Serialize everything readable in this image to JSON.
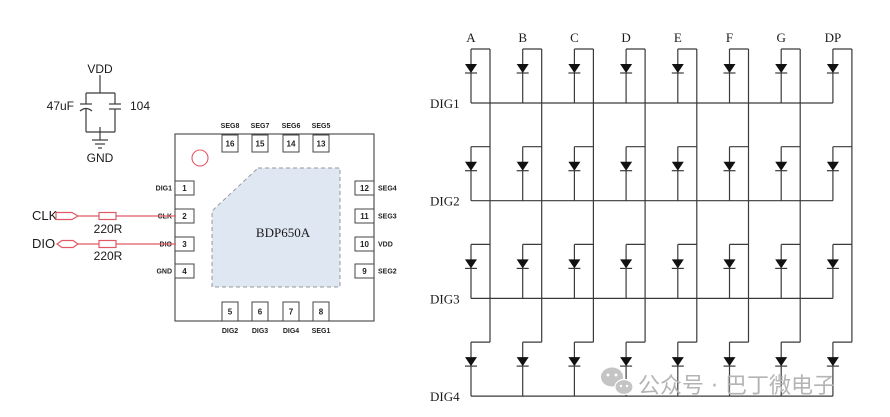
{
  "power": {
    "vdd_label": "VDD",
    "gnd_label": "GND"
  },
  "capacitors": [
    {
      "label": "47uF",
      "type": "polarized"
    },
    {
      "label": "104",
      "type": "ceramic"
    }
  ],
  "signals": [
    {
      "name": "CLK",
      "connector": "input-port",
      "resistor": "220R"
    },
    {
      "name": "DIO",
      "connector": "bidirectional-port",
      "resistor": "220R"
    }
  ],
  "chip": {
    "name": "BDP650A",
    "pin1_marker": "circle",
    "pins": {
      "top": [
        {
          "num": "16",
          "label": "SEG8"
        },
        {
          "num": "15",
          "label": "SEG7"
        },
        {
          "num": "14",
          "label": "SEG6"
        },
        {
          "num": "13",
          "label": "SEG5"
        }
      ],
      "left": [
        {
          "num": "1",
          "label": "DIG1"
        },
        {
          "num": "2",
          "label": "CLK"
        },
        {
          "num": "3",
          "label": "DIO"
        },
        {
          "num": "4",
          "label": "GND"
        }
      ],
      "right": [
        {
          "num": "12",
          "label": "SEG4"
        },
        {
          "num": "11",
          "label": "SEG3"
        },
        {
          "num": "10",
          "label": "VDD"
        },
        {
          "num": "9",
          "label": "SEG2"
        }
      ],
      "bottom": [
        {
          "num": "5",
          "label": "DIG2"
        },
        {
          "num": "6",
          "label": "DIG3"
        },
        {
          "num": "7",
          "label": "DIG4"
        },
        {
          "num": "8",
          "label": "SEG1"
        }
      ]
    }
  },
  "matrix": {
    "columns": [
      "A",
      "B",
      "C",
      "D",
      "E",
      "F",
      "G",
      "DP"
    ],
    "rows": [
      "DIG1",
      "DIG2",
      "DIG3",
      "DIG4"
    ],
    "element": "LED diode (anode to segment line, cathode to digit bus)"
  },
  "watermark": {
    "icon": "wechat-icon",
    "text": "公众号 · 巴丁微电子"
  },
  "colors": {
    "wire": "#3a3a3a",
    "signal_line": "#e05a66",
    "die_fill": "#dfe7f3",
    "pin1_marker": "#e05a66",
    "watermark": "#b4b4b4"
  }
}
